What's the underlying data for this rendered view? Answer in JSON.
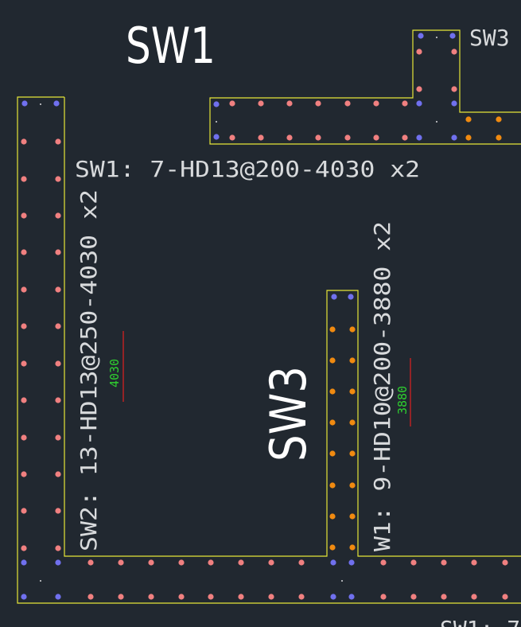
{
  "labels": {
    "sw1_title": "SW1",
    "sw3_title": "SW3",
    "sw3_cut": "SW3",
    "sw1_rebar": "SW1: 7-HD13@200-4030 x2",
    "sw2_rebar": "SW2: 13-HD13@250-4030 x2",
    "w1_rebar": "W1: 9-HD10@200-3880 x2",
    "dim_4030": "4030",
    "dim_3880": "3880",
    "bottom_cut": "SW1: 7"
  },
  "colors": {
    "background": "#212830",
    "outline": "#e6e638",
    "rebar_pink": "#f08080",
    "rebar_blue": "#7070ee",
    "rebar_orange": "#f08a10",
    "annotation": "#d8dadc",
    "dimension_text": "#2fd02f",
    "dimension_line": "#e02020"
  }
}
